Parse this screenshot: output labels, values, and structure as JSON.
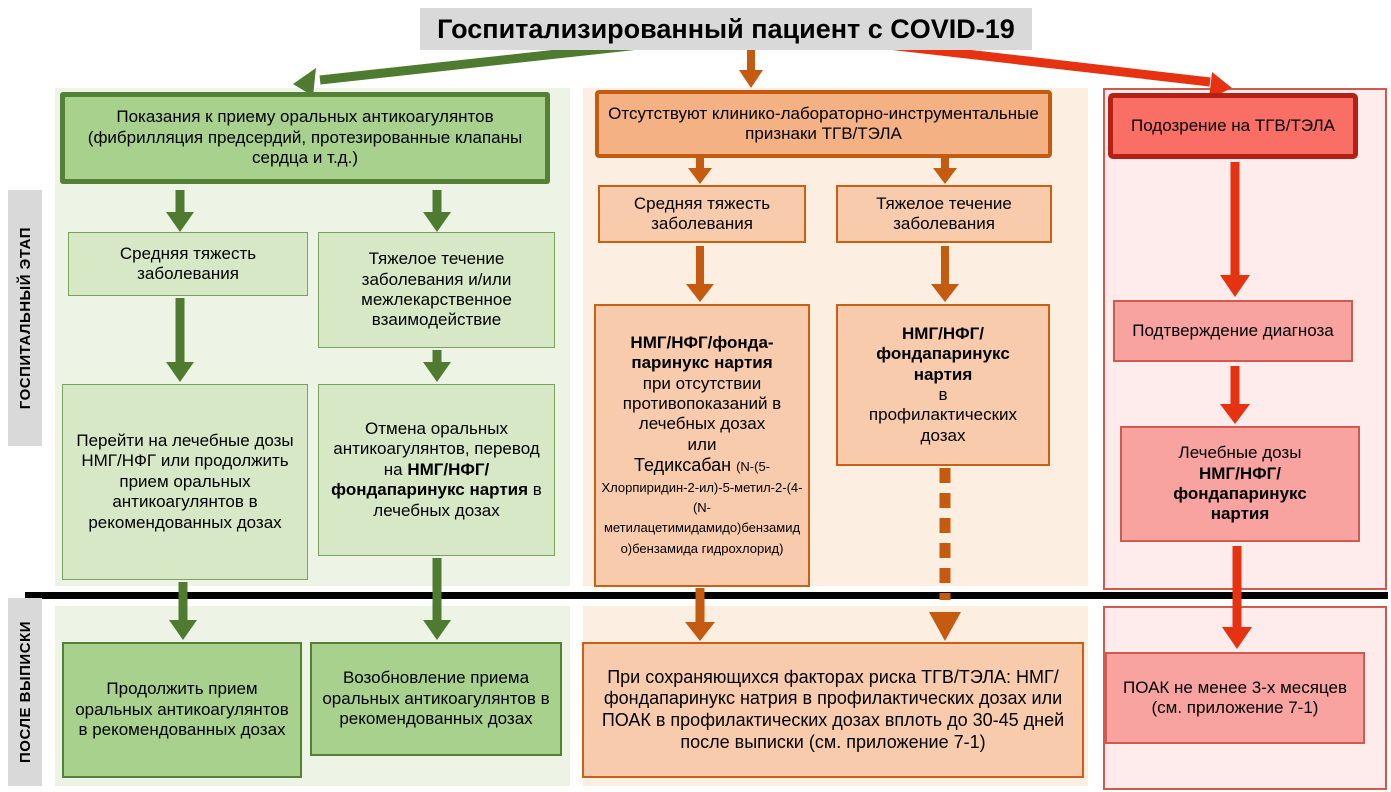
{
  "title": "Госпитализированный пациент с COVID-19",
  "stage_labels": {
    "hospital": "ГОСПИТАЛЬНЫЙ ЭТАП",
    "discharge": "ПОСЛЕ ВЫПИСКИ"
  },
  "colors": {
    "title_bg": "#d9d9d9",
    "green_border": "#538135",
    "green_fill_dark": "#a9d18e",
    "green_fill_light": "#d7e8c6",
    "green_panel": "#edf4e6",
    "orange_border": "#c55a11",
    "orange_fill_dark": "#f4b183",
    "orange_fill_light": "#f8cbad",
    "orange_panel": "#fcefe1",
    "red_border": "#b42013",
    "red_fill": "#f96f66",
    "red_arrow": "#e63211",
    "pink_fill": "#f9a3a1",
    "pink_panel": "#fdeceb"
  },
  "left": {
    "root": "Показания к приему оральных антикоагулянтов (фибрилляция предсердий, протезированные клапаны сердца и т.д.)",
    "moderate": "Средняя тяжесть заболевания",
    "severe": "Тяжелое течение заболевания и/или межлекарственное взаимодействие",
    "moderate_action": "Перейти на лечебные дозы НМГ/НФГ или продолжить прием оральных антикоагулянтов в рекомендованных дозах",
    "severe_action": [
      {
        "t": "Отмена оральных антикоагулянтов, перевод на "
      },
      {
        "t": "НМГ/НФГ/фондапаринукс нартия",
        "b": true
      },
      {
        "t": "  в лечебных дозах"
      }
    ],
    "discharge_moderate": "Продолжить прием оральных антикоагулянтов в рекомендованных дозах",
    "discharge_severe": "Возобновление приема оральных антикоагулянтов в рекомендованных дозах"
  },
  "middle": {
    "root": "Отсутствуют клинико-лабораторно-инструментальные признаки ТГВ/ТЭЛА",
    "moderate": "Средняя тяжесть заболевания",
    "severe": "Тяжелое течение заболевания",
    "moderate_action": [
      {
        "t": "НМГ/НФГ/фонда-паринукс нартия",
        "b": true
      },
      {
        "t": "при отсутствии противопоказаний в лечебных дозах",
        "br": true
      },
      {
        "t": "или",
        "br": true
      },
      {
        "t": "Тедиксабан ",
        "br": true,
        "big": true
      },
      {
        "t": "(N-(5-Хлорпиридин-2-ил)-5-метил-2-(4-(N-метилацетимидамидо)бензамидо)бензамида гидрохлорид)",
        "s": true
      }
    ],
    "severe_action": [
      {
        "t": "НМГ/НФГ/",
        "b": true
      },
      {
        "t": "фондапаринукс",
        "b": true,
        "br": true
      },
      {
        "t": "нартия",
        "b": true,
        "br": true
      },
      {
        "t": "в",
        "br": true
      },
      {
        "t": "профилактических",
        "br": true
      },
      {
        "t": "дозах",
        "br": true
      }
    ],
    "discharge": "При сохраняющихся факторах риска ТГВ/ТЭЛА: НМГ/фондапаринукс натрия в профилактических дозах или ПОАК в профилактических дозах вплоть до 30-45 дней после выписки  (см. приложение 7-1)"
  },
  "right": {
    "root": "Подозрение на ТГВ/ТЭЛА",
    "confirm": "Подтверждение диагноза",
    "treatment": [
      {
        "t": "Лечебные дозы"
      },
      {
        "t": "НМГ/НФГ/",
        "b": true,
        "br": true
      },
      {
        "t": "фондапаринукс",
        "b": true,
        "br": true
      },
      {
        "t": "нартия",
        "b": true,
        "br": true
      }
    ],
    "discharge": "ПОАК не менее 3-х месяцев (см. приложение 7-1)"
  }
}
